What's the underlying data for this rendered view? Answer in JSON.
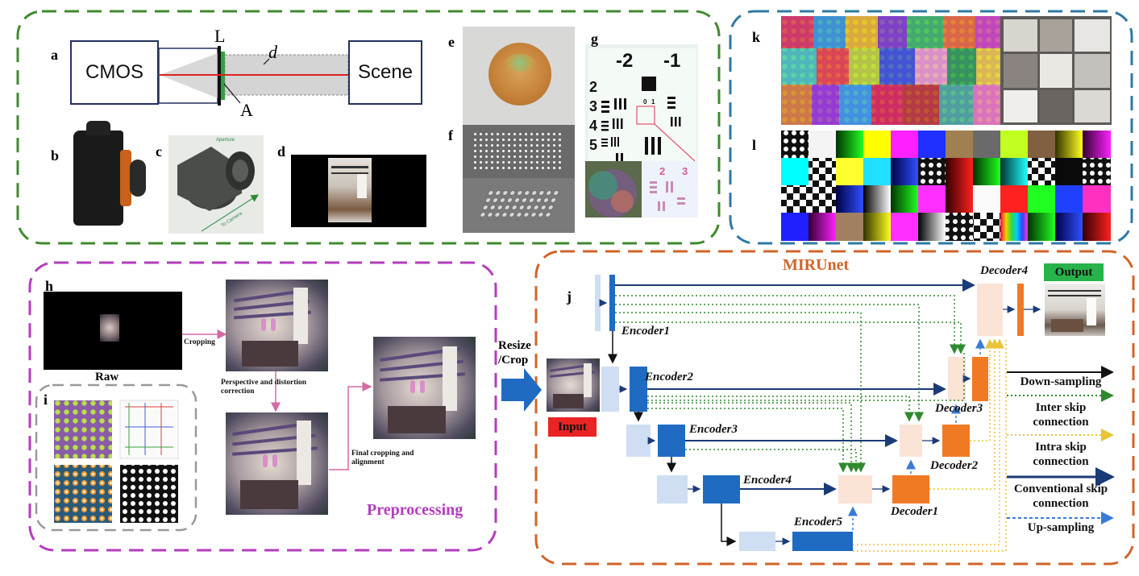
{
  "panel_labels": {
    "a": "a",
    "b": "b",
    "c": "c",
    "d": "d",
    "e": "e",
    "f": "f",
    "g": "g",
    "h": "h",
    "i": "i",
    "j": "j",
    "k": "k",
    "l": "l"
  },
  "optics": {
    "cmos": "CMOS",
    "scene": "Scene",
    "lens": "L",
    "aperture": "A",
    "distance": "d"
  },
  "target_chart": {
    "top_a": "-2",
    "top_b": "-1",
    "left": [
      "2",
      "3",
      "4",
      "5"
    ],
    "mid_a": "0",
    "mid_b": "1",
    "inset_a": "2",
    "inset_b": "3"
  },
  "mount_render": {
    "aperture_label": "Aperture",
    "camera_label": "To Camera"
  },
  "preprocessing": {
    "title": "Preprocessing",
    "raw": "Raw",
    "cropping": "Cropping",
    "perspective": "Perspective and distortion correction",
    "final": "Final cropping and alignment"
  },
  "network": {
    "title": "MIRUnet",
    "resize": "Resize /Crop",
    "input": "Input",
    "output": "Output",
    "encoders": [
      "Encoder1",
      "Encoder2",
      "Encoder3",
      "Encoder4",
      "Encoder5"
    ],
    "decoders": [
      "Decoder1",
      "Decoder2",
      "Decoder3",
      "Decoder4"
    ],
    "legend": [
      {
        "label": "Down-sampling",
        "style": "solid-black"
      },
      {
        "label": "Inter skip connection",
        "style": "dotted-green"
      },
      {
        "label": "Intra skip connection",
        "style": "dotted-yellow"
      },
      {
        "label": "Conventional skip connection",
        "style": "solid-blue"
      },
      {
        "label": "Up-sampling",
        "style": "dashed-blue"
      }
    ]
  },
  "colors": {
    "green_frame": "#3f8a2e",
    "blue_frame": "#2d7aa3",
    "purple_frame": "#b33dbd",
    "orange_frame": "#d0642a",
    "mirunet_title": "#d0642a",
    "preproc_title": "#b33dbd",
    "encoder_dark": "#1f6bc2",
    "encoder_light": "#cfdef2",
    "decoder_orange": "#f07a24",
    "decoder_light": "#fbe3d6",
    "input_red": "#e82424",
    "output_green": "#27b24a"
  }
}
